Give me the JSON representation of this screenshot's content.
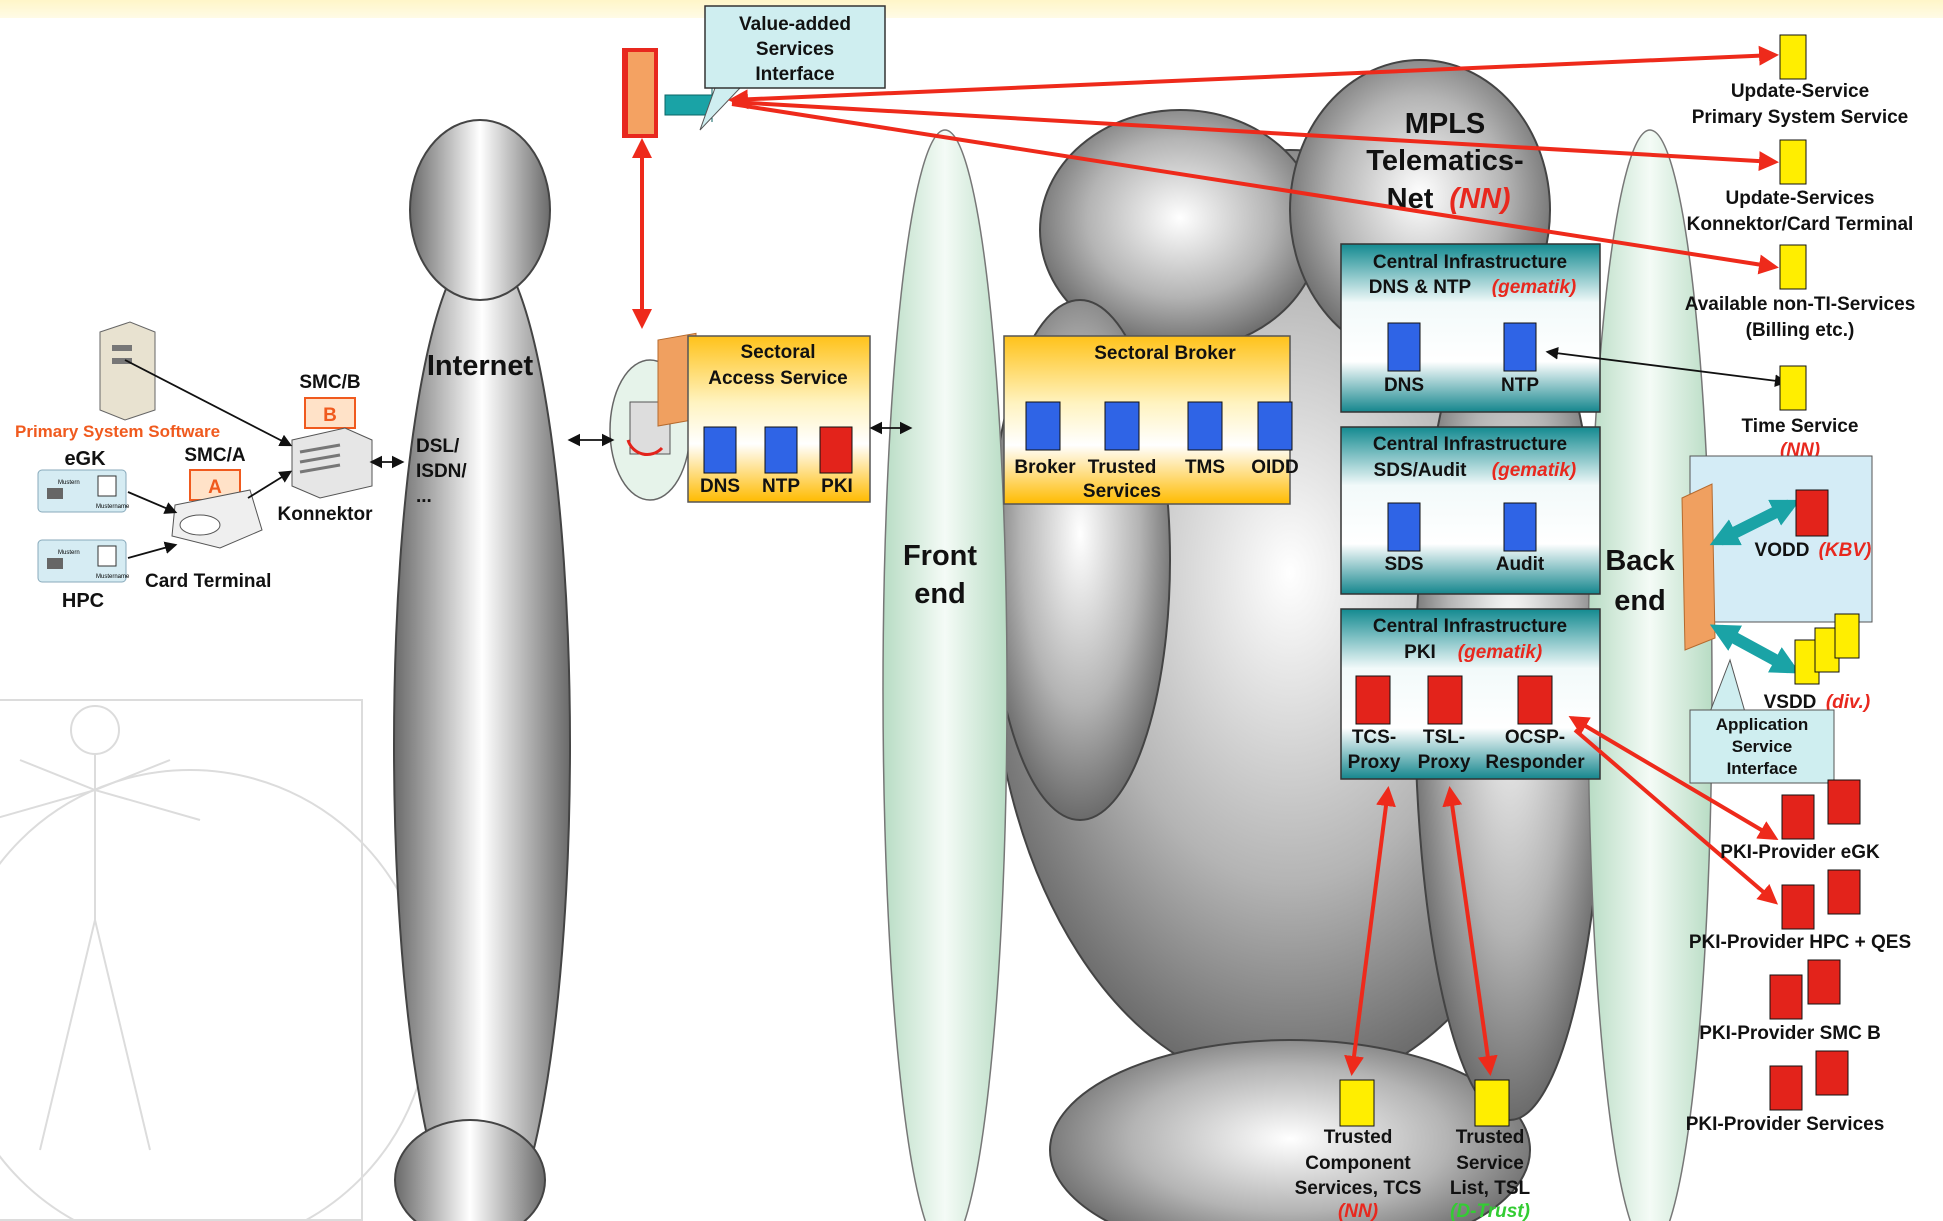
{
  "colors": {
    "server_blue": "#2f64e6",
    "server_red": "#e3231b",
    "server_yellow": "#ffee00",
    "infra_box": "#1a8e94",
    "broker_box": "#ffcc33",
    "arrow_red": "#ee2a1b",
    "firewall": "#f0a060",
    "cloud_gray": "#8a8a8a",
    "cloud_green": "#dff2e4"
  },
  "icons": [
    "server-icon",
    "firewall-icon",
    "cloud-icon",
    "smartcard-icon",
    "card-terminal-icon",
    "connector-icon",
    "pc-tower-icon",
    "router-icon",
    "vitruvian-man-watermark"
  ],
  "left": {
    "primary_system_software": "Primary System Software",
    "egk": "eGK",
    "hpc": "HPC",
    "smc_a": "SMC/A",
    "smc_a_letter": "A",
    "smc_b": "SMC/B",
    "smc_b_letter": "B",
    "konnektor": "Konnektor",
    "card_terminal": "Card Terminal",
    "card_line1": "Mustern",
    "card_line2": "Mustername"
  },
  "internet": {
    "title": "Internet",
    "line1": "DSL/",
    "line2": "ISDN/",
    "line3": "..."
  },
  "vas": {
    "line1": "Value-added",
    "line2": "Services",
    "line3": "Interface"
  },
  "sectoral_access": {
    "line1": "Sectoral",
    "line2": "Access Service",
    "dns": "DNS",
    "ntp": "NTP",
    "pki": "PKI"
  },
  "front_end": {
    "line1": "Front",
    "line2": "end"
  },
  "back_end": {
    "line1": "Back",
    "line2": "end"
  },
  "mpls": {
    "line1": "MPLS",
    "line2": "Telematics-",
    "line3": "Net",
    "nn": "(NN)"
  },
  "sectoral_broker": {
    "title": "Sectoral Broker",
    "broker": "Broker",
    "trusted1": "Trusted",
    "trusted2": "Services",
    "tms": "TMS",
    "oidd": "OIDD"
  },
  "ci_dns": {
    "line1": "Central Infrastructure",
    "line2": "DNS & NTP",
    "org": "(gematik)",
    "dns": "DNS",
    "ntp": "NTP"
  },
  "ci_sds": {
    "line1": "Central Infrastructure",
    "line2": "SDS/Audit",
    "org": "(gematik)",
    "sds": "SDS",
    "audit": "Audit"
  },
  "ci_pki": {
    "line1": "Central Infrastructure",
    "line2": "PKI",
    "org": "(gematik)",
    "tcs1": "TCS-",
    "tcs2": "Proxy",
    "tsl1": "TSL-",
    "tsl2": "Proxy",
    "ocsp1": "OCSP-",
    "ocsp2": "Responder"
  },
  "right": {
    "update_primary1": "Update-Service",
    "update_primary2": "Primary System Service",
    "update_konn1": "Update-Services",
    "update_konn2": "Konnektor/Card Terminal",
    "nonti1": "Available non-TI-Services",
    "nonti2": "(Billing etc.)",
    "time1": "Time Service",
    "time_nn": "(NN)",
    "vodd": "VODD",
    "vodd_org": "(KBV)",
    "vsdd": "VSDD",
    "vsdd_org": "(div.)",
    "asi1": "Application",
    "asi2": "Service",
    "asi3": "Interface",
    "pki_egk": "PKI-Provider eGK",
    "pki_hpc": "PKI-Provider HPC + QES",
    "pki_smcb": "PKI-Provider SMC B",
    "pki_services": "PKI-Provider Services"
  },
  "bottom": {
    "tcs1": "Trusted",
    "tcs2": "Component",
    "tcs3": "Services, TCS",
    "tcs_nn": "(NN)",
    "tsl1": "Trusted",
    "tsl2": "Service",
    "tsl3": "List, TSL",
    "tsl_org": "(D-Trust)"
  }
}
